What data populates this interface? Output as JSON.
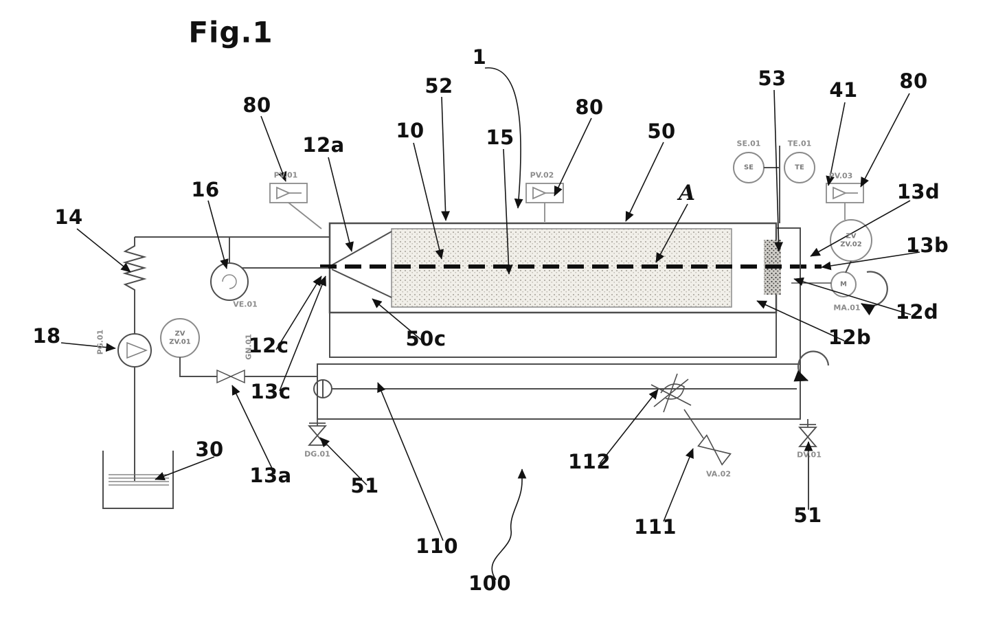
{
  "figure_title": "Fig.1",
  "labels": {
    "r1": "1",
    "r10": "10",
    "r12a": "12a",
    "r12b": "12b",
    "r12c": "12c",
    "r12d": "12d",
    "r13a": "13a",
    "r13b": "13b",
    "r13c": "13c",
    "r13d": "13d",
    "r14": "14",
    "r15": "15",
    "r16": "16",
    "r18": "18",
    "r30": "30",
    "r41": "41",
    "r50": "50",
    "r50c": "50c",
    "r51_left": "51",
    "r51_right": "51",
    "r52": "52",
    "r53": "53",
    "r80_left": "80",
    "r80_mid": "80",
    "r80_right": "80",
    "r100": "100",
    "r110": "110",
    "r111": "111",
    "r112": "112",
    "rA": "A"
  },
  "tags": {
    "pv1": "PV.01",
    "pv2": "PV.02",
    "pv3": "PV.03",
    "se_inner": "SE",
    "se": "SE.01",
    "te_inner": "TE",
    "te": "TE.01",
    "zv1": "ZV\nZV.01",
    "zv2": "ZV\nZV.02",
    "ma_inner": "M",
    "ma": "MA.01",
    "ve": "VE.01",
    "pg": "PG.01",
    "gn": "GN.01",
    "dg": "DG.01",
    "dv": "DV.01",
    "va": "VA.02"
  },
  "colors": {
    "line": "#4d4d4d",
    "instrument": "#8a8a8a",
    "label": "#111111"
  }
}
